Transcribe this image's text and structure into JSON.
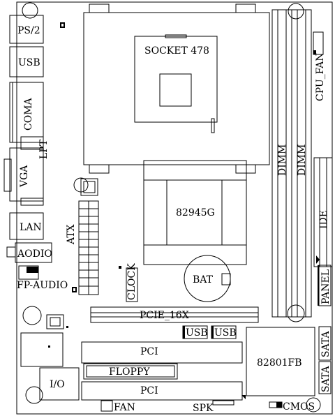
{
  "labels": {
    "ps2": "PS/2",
    "usb_rear": "USB",
    "coma": "COMA",
    "lpt": "LPT",
    "vga": "VGA",
    "lan": "LAN",
    "aodio": "AODIO",
    "fp_audio": "FP-AUDIO",
    "atx": "ATX",
    "socket": "SOCKET 478",
    "northbridge": "82945G",
    "clock": "CLOCK",
    "bat": "BAT",
    "pcie": "PCIE_16X",
    "usb_header_1": "USB",
    "usb_header_2": "USB",
    "pci_1": "PCI",
    "floppy": "FLOPPY",
    "pci_2": "PCI",
    "io": "I/O",
    "fan": "FAN",
    "spk": "SPK",
    "cmos": "CMOS",
    "southbridge": "82801FB",
    "dimm_1": "DIMM",
    "dimm_2": "DIMM",
    "cpu_fan": "CPU_FAN",
    "ide": "IDE",
    "panel": "PANEL",
    "sata_1": "SATA",
    "sata_2": "SATA"
  }
}
